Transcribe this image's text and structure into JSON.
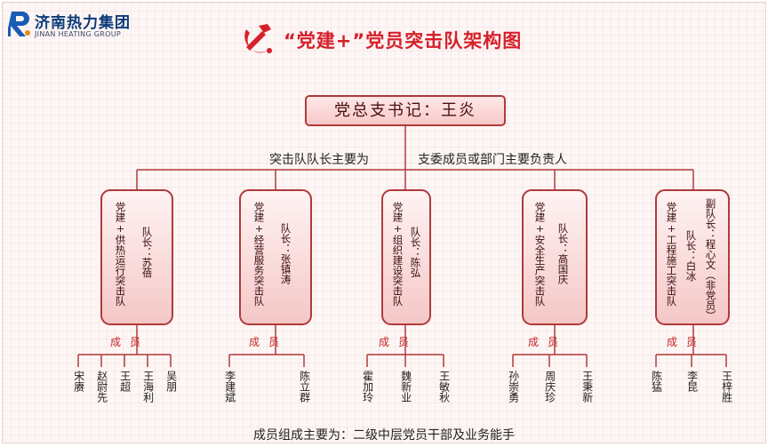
{
  "header": {
    "logo_text": "济南热力集团",
    "logo_en": "JINAN HEATING GROUP",
    "title": "“党建+”党员突击队架构图"
  },
  "secretary": "党总支书记：王炎",
  "notes": {
    "left": "突击队队长主要为",
    "right": "支委成员或部门主要负责人"
  },
  "member_label": "成员",
  "teams": [
    {
      "name": "党建+供热运行突击队",
      "leaders": [
        "队长：苏蓓"
      ],
      "members": [
        "宋赓",
        "赵尉先",
        "王超",
        "王海利",
        "吴朋"
      ]
    },
    {
      "name": "党建+经营服务突击队",
      "leaders": [
        "队长：张镇涛"
      ],
      "members": [
        "李建斌",
        "陈立群"
      ]
    },
    {
      "name": "党建+组织建设突击队",
      "leaders": [
        "队长：陈弘"
      ],
      "members": [
        "霍加玲",
        "魏新业",
        "王敏秋"
      ]
    },
    {
      "name": "党建+安全生产突击队",
      "leaders": [
        "队长：高国庆"
      ],
      "members": [
        "孙崇勇",
        "周庆珍",
        "王秉新"
      ]
    },
    {
      "name": "党建+工程施工突击队",
      "leaders": [
        "队长：白冰",
        "副队长：程心文（非党员）"
      ],
      "members": [
        "陈猛",
        "李昆",
        "王梓胜"
      ]
    }
  ],
  "footer": "成员组成主要为：二级中层党员干部及业务能手",
  "colors": {
    "accent": "#d6202a",
    "box_border": "#b03a3a",
    "box_fill": "#f5c7c7",
    "logo": "#0d3a78"
  }
}
